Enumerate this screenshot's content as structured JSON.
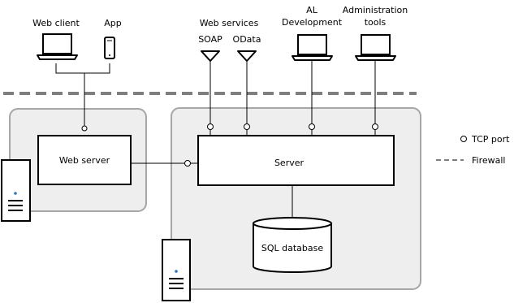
{
  "clients": {
    "web_client": "Web client",
    "app": "App"
  },
  "services": {
    "group_label": "Web services",
    "soap": "SOAP",
    "odata": "OData",
    "al_line1": "AL",
    "al_line2": "Development",
    "admin_line1": "Administration",
    "admin_line2": "tools"
  },
  "components": {
    "web_server": "Web server",
    "server": "Server",
    "sql_database": "SQL database"
  },
  "legend": {
    "tcp_port": "TCP port",
    "firewall": "Firewall"
  },
  "colors": {
    "zone_fill": "#eeeeee",
    "zone_stroke": "#a6a6a6",
    "firewall": "#7f7f7f",
    "line": "#000000",
    "server_rack_accent": "#2e75b6"
  }
}
